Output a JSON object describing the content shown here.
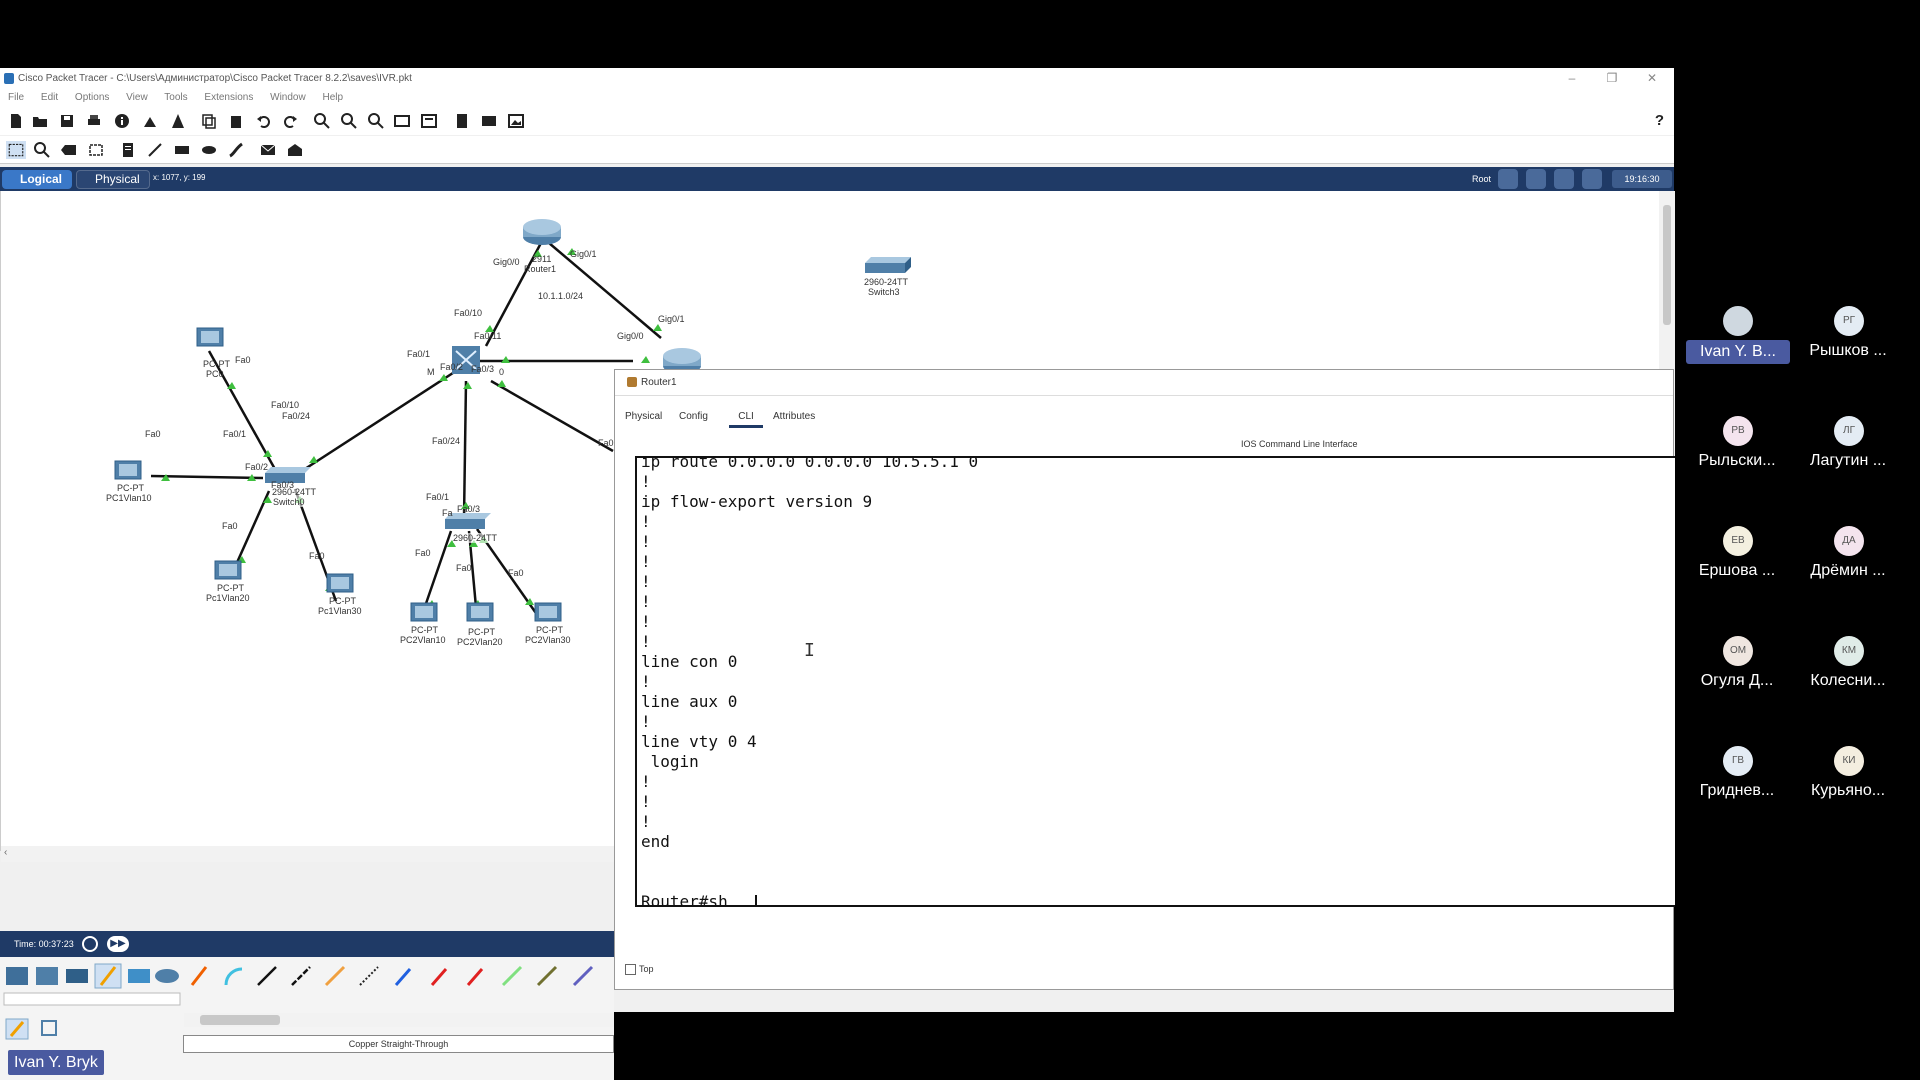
{
  "window": {
    "title": "Cisco Packet Tracer - C:\\Users\\Администратор\\Cisco Packet Tracer 8.2.2\\saves\\IVR.pkt"
  },
  "menu": [
    "File",
    "Edit",
    "Options",
    "View",
    "Tools",
    "Extensions",
    "Window",
    "Help"
  ],
  "mode_bar": {
    "logical_label": "Logical",
    "physical_label": "Physical",
    "coords": "x: 1077, y: 199",
    "root_label": "Root",
    "clock": "19:16:30"
  },
  "topology": {
    "devices": [
      {
        "id": "router1",
        "model": "2911",
        "name": "Router1"
      },
      {
        "id": "switch3",
        "model": "2960-24TT",
        "name": "Switch3"
      },
      {
        "id": "msw",
        "model": "",
        "name": ""
      },
      {
        "id": "switch0",
        "model": "2960-24TT",
        "name": "Switch0"
      },
      {
        "id": "switch1",
        "model": "2960-24TT",
        "name": ""
      },
      {
        "id": "pc0",
        "model": "PC-PT",
        "name": "PC0"
      },
      {
        "id": "pc1vlan10",
        "model": "PC-PT",
        "name": "PC1Vlan10"
      },
      {
        "id": "pc1vlan20",
        "model": "PC-PT",
        "name": "Pc1Vlan20"
      },
      {
        "id": "pc1vlan30",
        "model": "PC-PT",
        "name": "Pc1Vlan30"
      },
      {
        "id": "pc2vlan10",
        "model": "PC-PT",
        "name": "PC2Vlan10"
      },
      {
        "id": "pc2vlan20",
        "model": "PC-PT",
        "name": "PC2Vlan20"
      },
      {
        "id": "pc2vlan30",
        "model": "PC-PT",
        "name": "PC2Vlan30"
      }
    ],
    "network_label": "10.1.1.0/24",
    "ports": {
      "r1_gig00": "Gig0/0",
      "r1_gig01": "Gig0/1",
      "msw_fa010": "Fa0/10",
      "msw_fa011": "Fa0/11",
      "msw_fa01": "Fa0/1",
      "msw_fa02": "Fa0/2",
      "msw_fa03": "Fa0/3",
      "r2_gig01": "Gig0/1",
      "r2_gig00": "Gig0/0",
      "pc0_fa0": "Fa0",
      "sw0_fa010": "Fa0/10",
      "sw0_fa024": "Fa0/24",
      "pc1v10_fa0": "Fa0",
      "sw0_fa01": "Fa0/1",
      "sw0_fa02": "Fa0/2",
      "sw0_fa03": "Fa0/3",
      "pc1v20_fa0": "Fa0",
      "pc1v30_fa0": "Fa0",
      "sw1_fa024": "Fa0/24",
      "sw1_fa01": "Fa0/1",
      "sw1_fa03": "Fa0/3",
      "sw1_fa": "Fa",
      "pc2v10_fa0": "Fa0",
      "pc2v20_fa0": "Fa0",
      "pc2v30_fa0": "Fa0",
      "m_label": "M",
      "zero_label": "0",
      "fa0_cut": "Fa0"
    }
  },
  "bottom": {
    "time": "Time: 00:37:23",
    "cable_label": "Copper Straight-Through"
  },
  "router_window": {
    "title": "Router1",
    "tabs": [
      "Physical",
      "Config",
      "CLI",
      "Attributes"
    ],
    "cli_heading": "IOS Command Line Interface",
    "cli_text": "ip route 0.0.0.0 0.0.0.0 10.5.5.1 0\n!\nip flow-export version 9\n!\n!\n!\n!\n!\n!\n!\nline con 0\n!\nline aux 0\n!\nline vty 0 4\n login\n!\n!\n!\nend\n\n\nRouter#sh ",
    "top_label": "Top"
  },
  "participants": [
    {
      "initials": "",
      "name": "Ivan Y. B...",
      "color": "#cfd8e0",
      "active": true
    },
    {
      "initials": "РГ",
      "name": "Рышков ...",
      "color": "#e4ecf4"
    },
    {
      "initials": "РВ",
      "name": "Рыльски...",
      "color": "#f4e4ee"
    },
    {
      "initials": "ЛГ",
      "name": "Лагутин ...",
      "color": "#e4ecf4"
    },
    {
      "initials": "ЕВ",
      "name": "Ершова ...",
      "color": "#f4f0e0"
    },
    {
      "initials": "ДА",
      "name": "Дрёмин ...",
      "color": "#f4e4ee"
    },
    {
      "initials": "ОМ",
      "name": "Огуля Д...",
      "color": "#efe6e0"
    },
    {
      "initials": "КМ",
      "name": "Колесни...",
      "color": "#e0ece8"
    },
    {
      "initials": "ГВ",
      "name": "Гриднев...",
      "color": "#e4ecf4"
    },
    {
      "initials": "КИ",
      "name": "Курьяно...",
      "color": "#f4eee0"
    }
  ],
  "self_name": "Ivan Y. Bryk"
}
